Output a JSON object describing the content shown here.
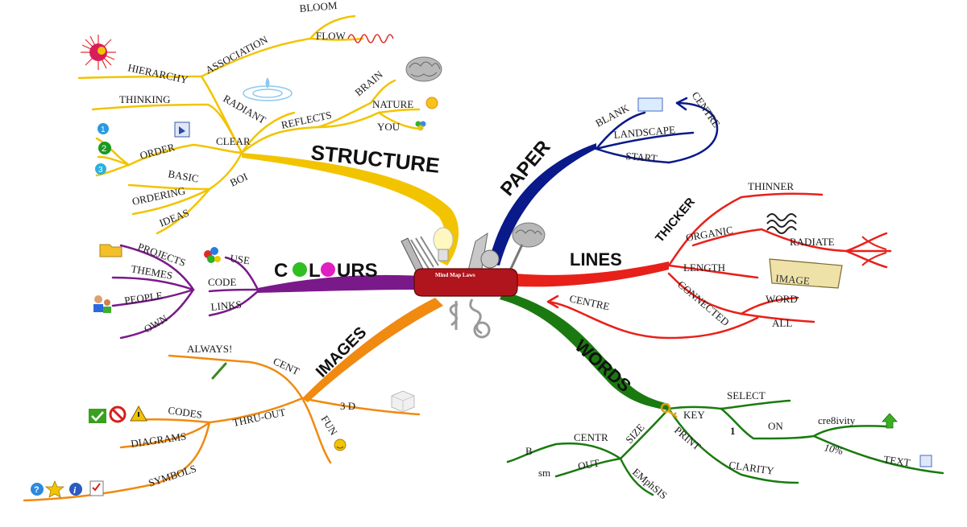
{
  "center": {
    "title": "Mind Map Laws"
  },
  "branches": {
    "structure": {
      "title": "STRUCTURE",
      "color": "#f2c400",
      "words": {
        "bloom": "BLOOM",
        "flow": "FLOW",
        "association": "ASSOCIATION",
        "hierarchy": "HIERARCHY",
        "thinking": "THINKING",
        "radiant": "RADIANT",
        "reflects": "REFLECTS",
        "brain": "BRAIN",
        "nature": "NATURE",
        "you": "YOU",
        "clear": "CLEAR",
        "order": "ORDER",
        "boi": "BOI",
        "basic": "BASIC",
        "ordering": "ORDERING",
        "ideas": "IDEAS"
      },
      "order_markers": [
        "1",
        "2",
        "3"
      ]
    },
    "paper": {
      "title": "PAPER",
      "color": "#0a1a8a",
      "words": {
        "blank": "BLANK",
        "landscape": "LANDSCAPE",
        "start": "START",
        "centre": "CENTRE"
      }
    },
    "lines": {
      "title": "LINES",
      "thicker_title": "THICKER",
      "color": "#e8201a",
      "words": {
        "thinner": "THINNER",
        "organic": "ORGANIC",
        "radiate": "RADIATE",
        "length": "LENGTH",
        "image": "IMAGE",
        "connected": "CONNECTED",
        "word": "WORD",
        "all": "ALL",
        "centre": "CENTRE"
      }
    },
    "colours": {
      "title": "COLOURS",
      "color": "#7a1a8a",
      "title_parts": [
        "C",
        "L",
        "URS"
      ],
      "words": {
        "projects": "PROJECTS",
        "themes": "THEMES",
        "people": "PEOPLE",
        "own": "OWN",
        "use": "USE",
        "code": "CODE",
        "links": "LINKS"
      }
    },
    "images": {
      "title": "IMAGES",
      "color": "#f08a10",
      "words": {
        "always": "ALWAYS!",
        "cent": "CENT",
        "three_d": "3 D",
        "fun": "FUN",
        "thru_out": "THRU-OUT",
        "codes": "CODES",
        "diagrams": "DIAGRAMS",
        "symbols": "SYMBOLS"
      }
    },
    "words": {
      "title": "WORDS",
      "color": "#1a7a10",
      "words": {
        "key": "KEY",
        "select": "SELECT",
        "one": "1",
        "on": "ON",
        "cre8ivity": "cre8ivity",
        "ten_percent": "10%",
        "text": "TEXT",
        "size": "SIZE",
        "print": "PRINT",
        "clarity": "CLARITY",
        "centr": "CENTR",
        "b": "B",
        "out": "OUT",
        "small": "sm",
        "emphasis": "EMphSIS"
      }
    }
  },
  "icons": {
    "structure": [
      "sun-icon",
      "water-drop-icon",
      "brain-icon",
      "sun-small-icon",
      "recycle-icon",
      "number-badge-icon",
      "arrow-box-icon"
    ],
    "paper": [
      "blank-page-icon"
    ],
    "lines": [
      "wavy-lines-icon",
      "trident-icon",
      "image-scroll-icon"
    ],
    "colours": [
      "folder-icon",
      "color-cluster-icon",
      "people-icon"
    ],
    "images": [
      "brush-icon",
      "cube-icon",
      "smiley-icon",
      "check-icon",
      "no-sign-icon",
      "warning-icon",
      "help-icon",
      "star-icon",
      "info-icon",
      "checklist-icon"
    ],
    "words": [
      "key-icon",
      "green-up-arrow-icon",
      "text-box-icon"
    ],
    "center": [
      "swiss-army-knife-icon",
      "lightbulb-icon",
      "brain-icon",
      "dollar-sign-icon"
    ]
  }
}
